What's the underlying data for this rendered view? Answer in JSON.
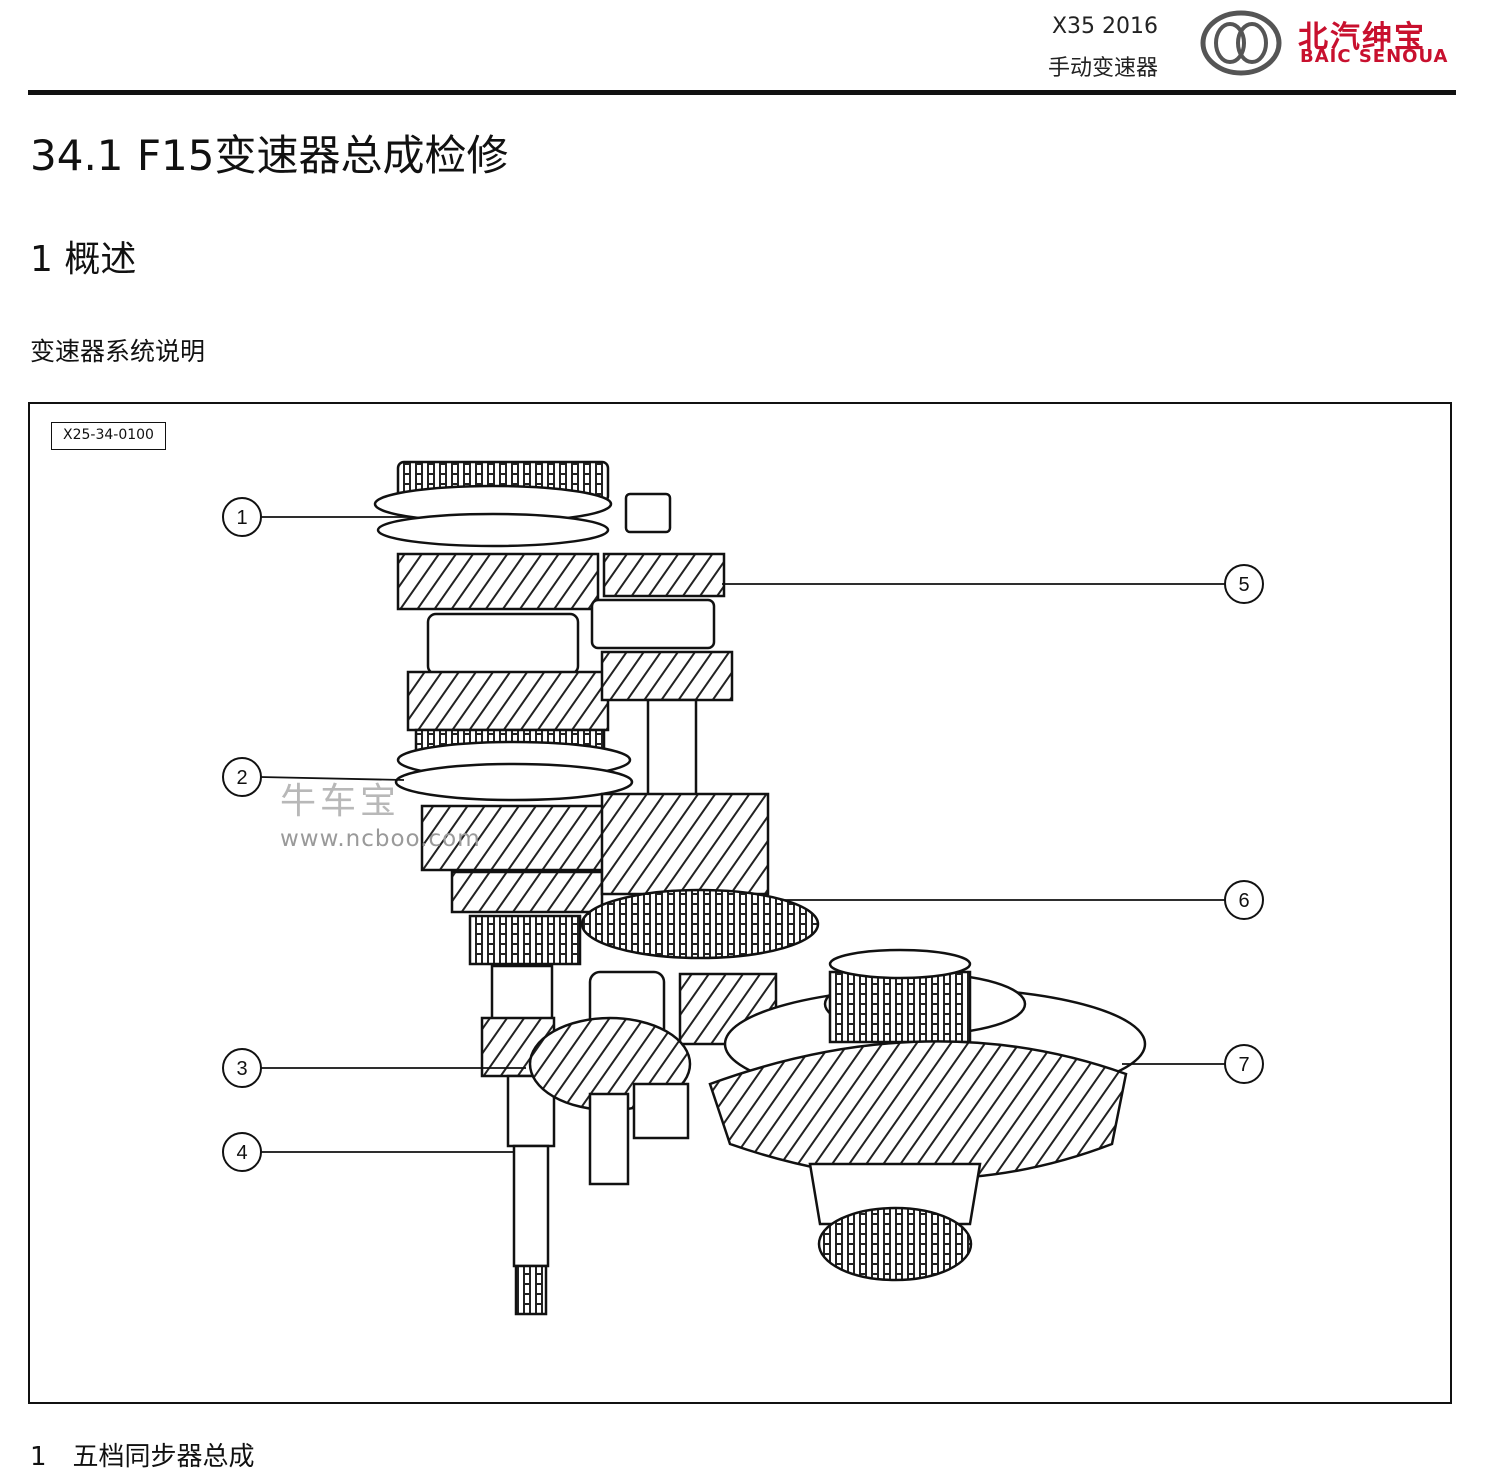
{
  "header": {
    "model": "X35 2016",
    "subtitle": "手动变速器",
    "brand_cn": "北汽绅宝",
    "brand_en": "BAIC SENOUA",
    "brand_color": "#c8102e"
  },
  "title": "34.1 F15变速器总成检修",
  "section": "1 概述",
  "subsection": "变速器系统说明",
  "figure": {
    "id": "X25-34-0100",
    "callouts": [
      "1",
      "2",
      "3",
      "4",
      "5",
      "6",
      "7"
    ]
  },
  "watermark": {
    "cn": "牛车宝",
    "url": "www.ncboo.com"
  },
  "legend": [
    {
      "num": "1",
      "text": "五档同步器总成"
    }
  ]
}
